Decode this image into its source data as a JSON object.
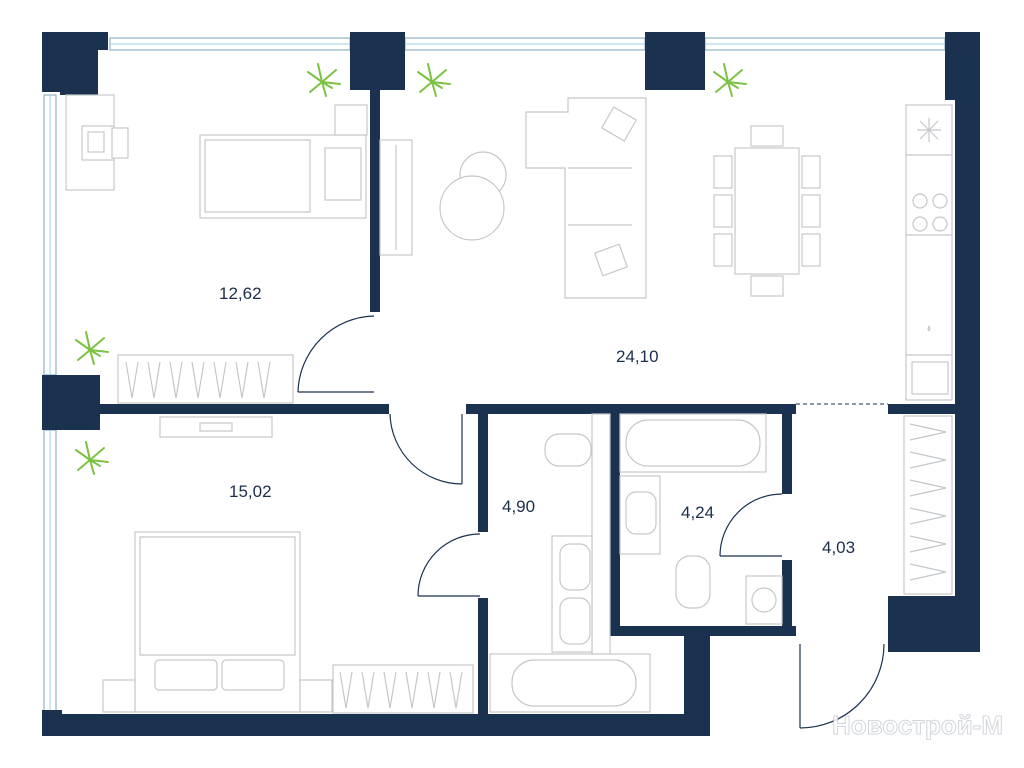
{
  "plan": {
    "rooms": [
      {
        "id": "bedroom-1",
        "area": "12,62"
      },
      {
        "id": "living-kitchen",
        "area": "24,10"
      },
      {
        "id": "bedroom-2",
        "area": "15,02"
      },
      {
        "id": "bathroom-1",
        "area": "4,90"
      },
      {
        "id": "bathroom-2",
        "area": "4,24"
      },
      {
        "id": "hallway",
        "area": "4,03"
      }
    ],
    "watermark": "Новострой-М",
    "colors": {
      "wall": "#1a3250",
      "furniture": "#c4c8cc",
      "window": "#9ad0e8",
      "plant": "#7cc242"
    }
  }
}
